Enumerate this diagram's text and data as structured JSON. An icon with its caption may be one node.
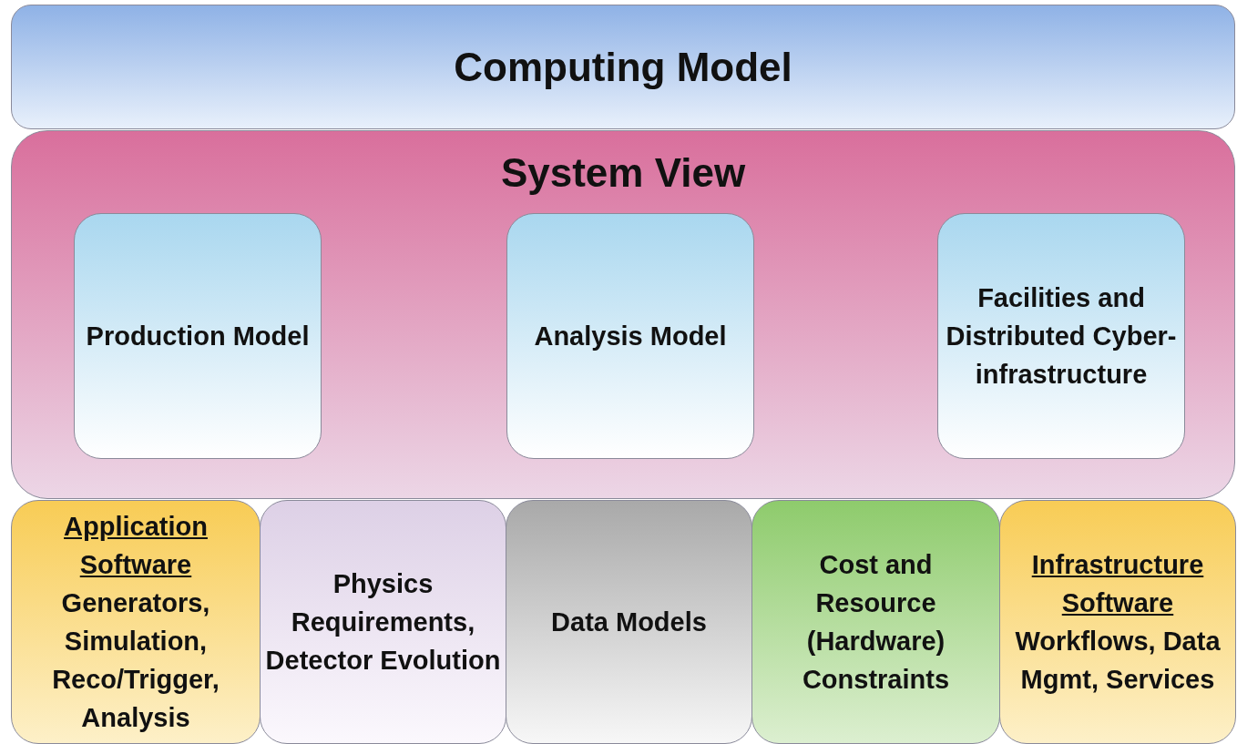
{
  "diagram": {
    "nodes": [
      {
        "text": [
          "Computing Model"
        ]
      },
      {
        "text": [
          "System View"
        ]
      },
      {
        "text": [
          "Production Model"
        ],
        "in": 1
      },
      {
        "text": [
          "Analysis Model"
        ],
        "in": 1
      },
      {
        "text": [
          "Facilities and Distributed Cyber-infrastructure"
        ],
        "in": 1
      },
      {
        "text": [
          "Application Software",
          "Generators, Simulation, Reco/Trigger, Analysis"
        ]
      },
      {
        "text": [
          "Physics Requirements, Detector Evolution"
        ]
      },
      {
        "text": [
          "Data Models"
        ]
      },
      {
        "text": [
          "Cost  and Resource (Hardware) Constraints"
        ]
      },
      {
        "text": [
          "Infrastructure Software",
          "Workflows, Data Mgmt, Services"
        ]
      }
    ]
  }
}
